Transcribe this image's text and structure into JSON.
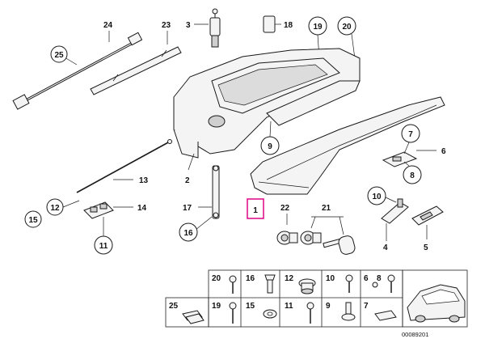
{
  "diagram_id": "00089201",
  "labels": {
    "p1": "1",
    "p2": "2",
    "p3": "3",
    "p4": "4",
    "p5": "5",
    "p6": "6",
    "p7": "7",
    "p8": "8",
    "p9": "9",
    "p10": "10",
    "p11": "11",
    "p12": "12",
    "p13": "13",
    "p14": "14",
    "p15": "15",
    "p16": "16",
    "p17": "17",
    "p18": "18",
    "p19": "19",
    "p20": "20",
    "p21": "21",
    "p22": "22",
    "p23": "23",
    "p24": "24",
    "p25": "25"
  },
  "grid_cells": {
    "row1": [
      "20",
      "16",
      "12",
      "10",
      "6",
      "8"
    ],
    "row2": [
      "25",
      "19",
      "15",
      "11",
      "9",
      "7"
    ]
  },
  "highlight_color": "#e0148c"
}
